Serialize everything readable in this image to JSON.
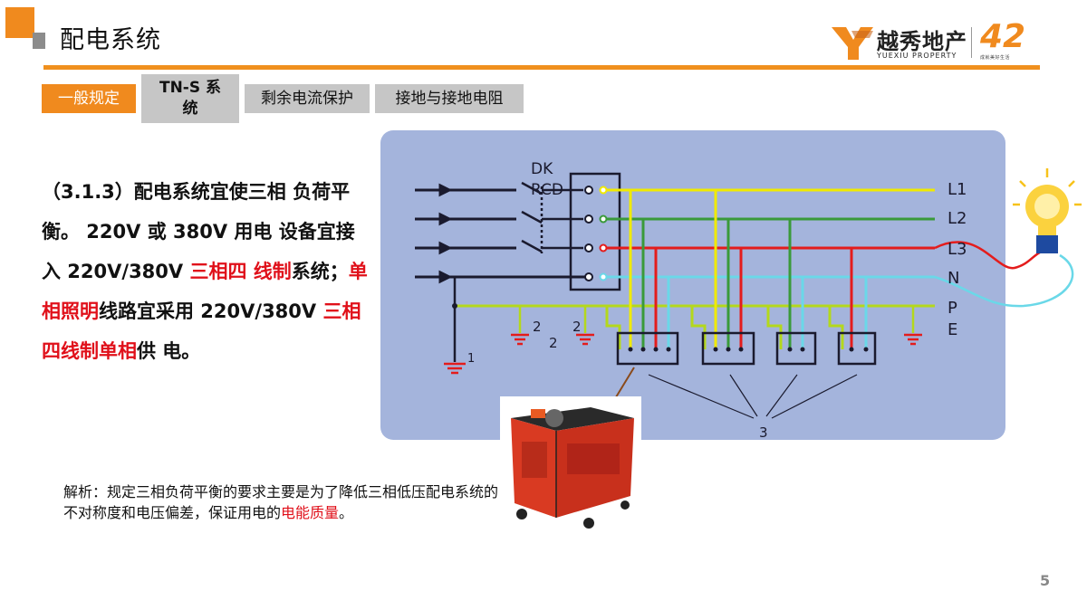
{
  "page": {
    "title": "配电系统",
    "number": "5"
  },
  "logo": {
    "cn": "越秀地产",
    "en": "YUEXIU PROPERTY",
    "anniv": "42",
    "anniv_sub": "成就美好生活"
  },
  "tabs": [
    {
      "label": "一般规定"
    },
    {
      "label_line1": "TN-S 系",
      "label_line2": "统"
    },
    {
      "label": "剩余电流保护"
    },
    {
      "label": "接地与接地电阻"
    }
  ],
  "main_text": {
    "p1": "（3.1.3）配电系统宜使三相 负荷平衡。 220V 或 380V 用电 设备宜接入 220V/380V ",
    "p1_red": "三相四 线制",
    "p2": "系统；",
    "p2_red": "单相照明",
    "p3": "线路宜采用 220V/380V ",
    "p3_red": "三相四线制单相",
    "p4": "供 电。"
  },
  "analysis": {
    "text": "解析：规定三相负荷平衡的要求主要是为了降低三相低压配电系统的不对称度和电压偏差，保证用电的",
    "red": "电能质量",
    "end": "。"
  },
  "diagram": {
    "label_dk": "DK",
    "label_rcd": "RCD",
    "lines": [
      "L1",
      "L2",
      "L3",
      "N",
      "P",
      "E"
    ],
    "ground_labels": [
      "1",
      "2",
      "2",
      "2"
    ],
    "box_label": "3",
    "colors": {
      "panel": "#a4b4dc",
      "L1": "#f0ea00",
      "L2": "#3a9a3a",
      "L3": "#e41c1c",
      "N": "#6ad8e8",
      "PE": "#b4d81c",
      "black": "#1a1a2e"
    }
  }
}
